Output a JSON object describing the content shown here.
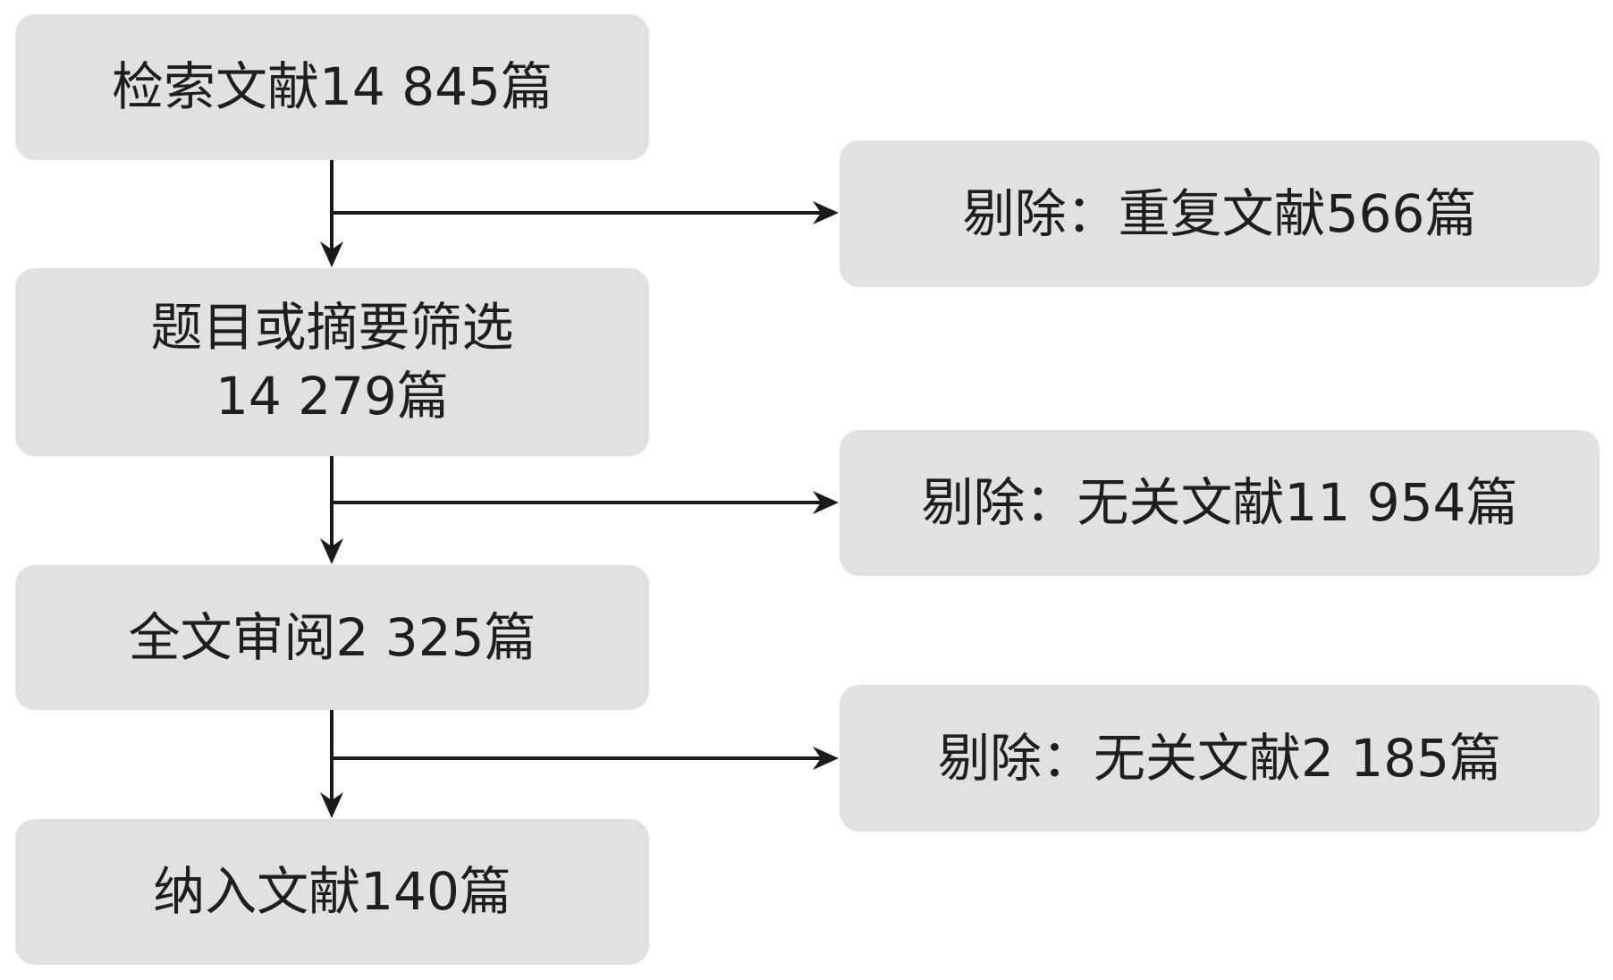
{
  "flowchart": {
    "steps": [
      {
        "lines": [
          "检索文献14 845篇"
        ]
      },
      {
        "lines": [
          "题目或摘要筛选",
          "14 279篇"
        ]
      },
      {
        "lines": [
          "全文审阅2 325篇"
        ]
      },
      {
        "lines": [
          "纳入文献140篇"
        ]
      }
    ],
    "exclusions": [
      {
        "text": "剔除：重复文献566篇"
      },
      {
        "text": "剔除：无关文献11 954篇"
      },
      {
        "text": "剔除：无关文献2 185篇"
      }
    ]
  },
  "colors": {
    "box_fill": "#e1e0e2",
    "line": "#1a1a1a",
    "text": "#1e1e1e",
    "background": "#ffffff"
  }
}
